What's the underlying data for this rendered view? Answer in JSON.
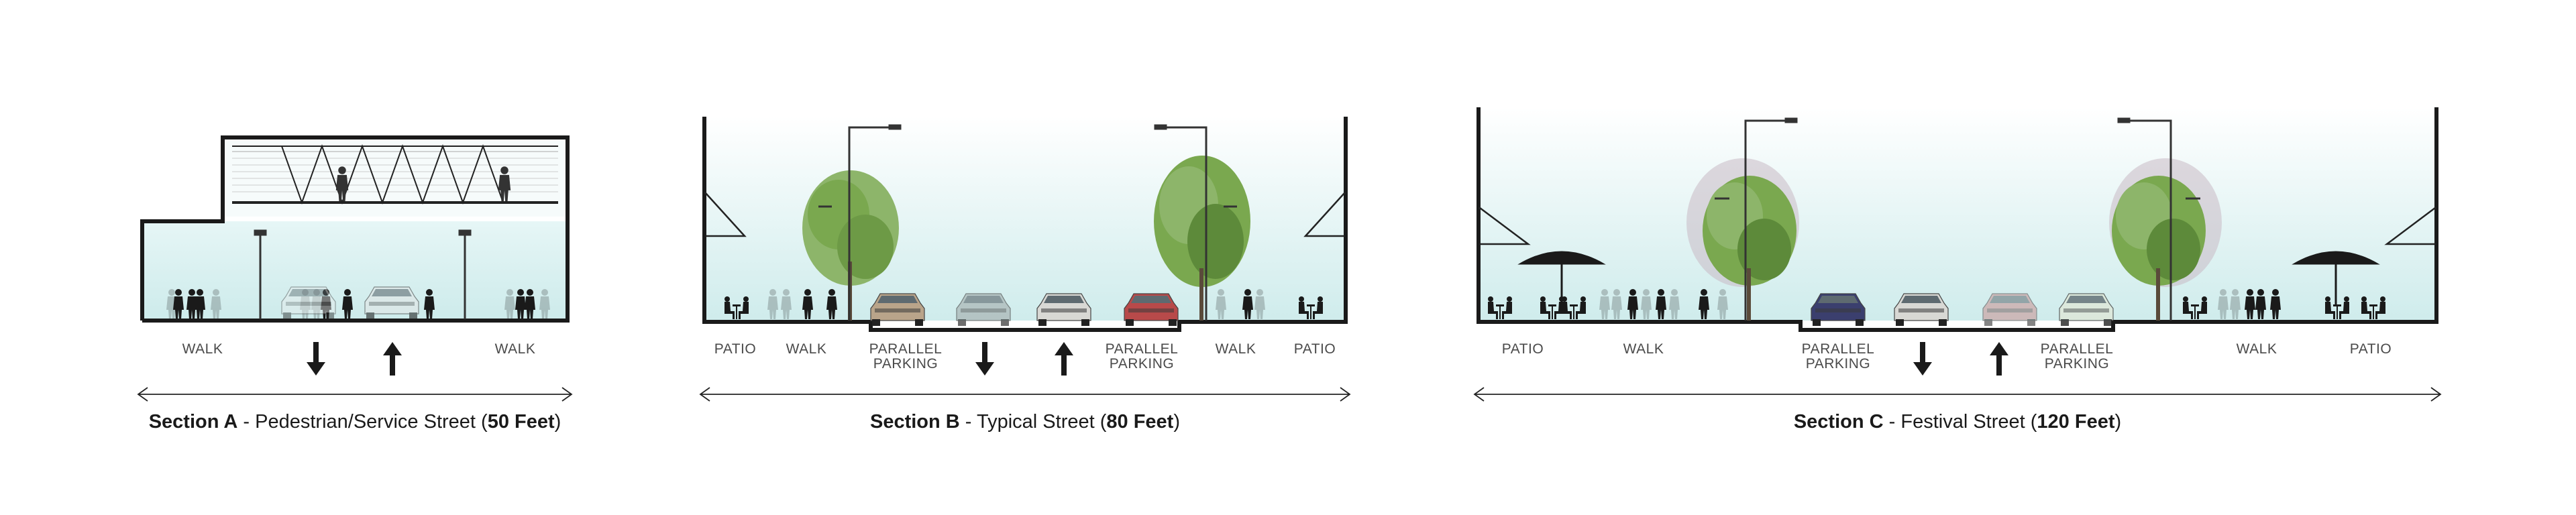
{
  "sections": [
    {
      "id": "a",
      "labels": [
        "WALK",
        "WALK"
      ],
      "title": {
        "name": "Section A",
        "sep": " - ",
        "desc": "Pedestrian/Service Street",
        "open": " (",
        "width": "50 Feet",
        "close": ")"
      }
    },
    {
      "id": "b",
      "labels": [
        "PATIO",
        "WALK",
        "PARALLEL",
        "PARKING",
        "PARALLEL",
        "PARKING",
        "WALK",
        "PATIO"
      ],
      "title": {
        "name": "Section B",
        "sep": " - ",
        "desc": "Typical Street",
        "open": " (",
        "width": "80 Feet",
        "close": ")"
      }
    },
    {
      "id": "c",
      "labels": [
        "PATIO",
        "WALK",
        "PARALLEL",
        "PARKING",
        "PARALLEL",
        "PARKING",
        "WALK",
        "PATIO"
      ],
      "title": {
        "name": "Section C",
        "sep": " - ",
        "desc": "Festival Street",
        "open": " (",
        "width": "120 Feet",
        "close": ")"
      }
    }
  ],
  "colors": {
    "sky_top": "#ffffff",
    "sky_bottom": "#cfecec",
    "line": "#1a1a1a",
    "tree": "#7aa84f",
    "tree_dark": "#5d8a3a",
    "car_body": "#d8d8d4",
    "car_red": "#b84a4a",
    "car_blue": "#3b3f6e",
    "car_tan": "#b9a48a",
    "car_mint": "#dfe8d8"
  }
}
